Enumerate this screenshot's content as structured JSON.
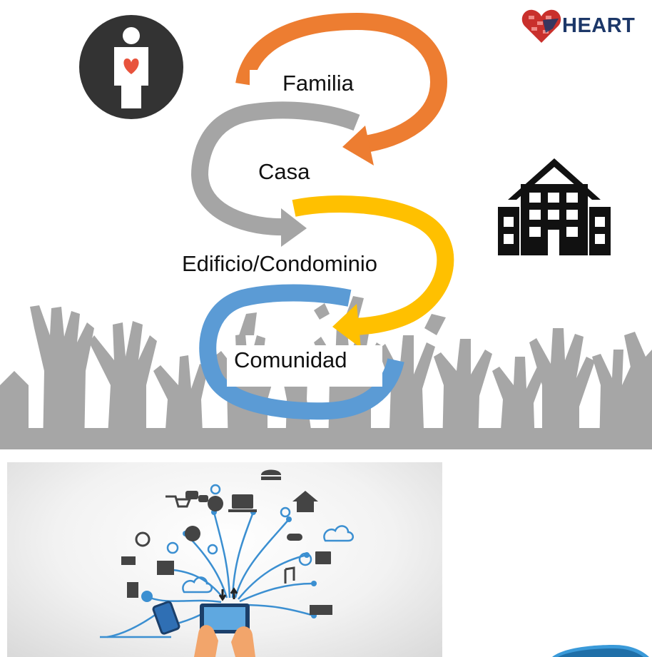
{
  "brand": {
    "name": "HEART",
    "logo": "heart-brick-logo"
  },
  "cycle": {
    "steps": [
      {
        "label": "Familia",
        "color": "#ed7d31",
        "icon": "person-heart-icon"
      },
      {
        "label": "Casa",
        "color": "#a5a5a5"
      },
      {
        "label": "Edificio/Condominio",
        "color": "#ffc000",
        "icon": "building-icon"
      },
      {
        "label": "Comunidad",
        "color": "#5b9bd5",
        "background": "raised-hands"
      }
    ]
  },
  "illustration": {
    "name": "connected-tablet-network",
    "icons": [
      "shopping-cart-icon",
      "chat-icon",
      "globe-icon",
      "laptop-icon",
      "food-icon",
      "home-icon",
      "email-icon",
      "cloud-icon",
      "eye-icon",
      "gamepad-icon",
      "video-icon",
      "music-icon",
      "money-icon",
      "document-icon",
      "mobile-phone-icon",
      "tablet-icon"
    ]
  }
}
